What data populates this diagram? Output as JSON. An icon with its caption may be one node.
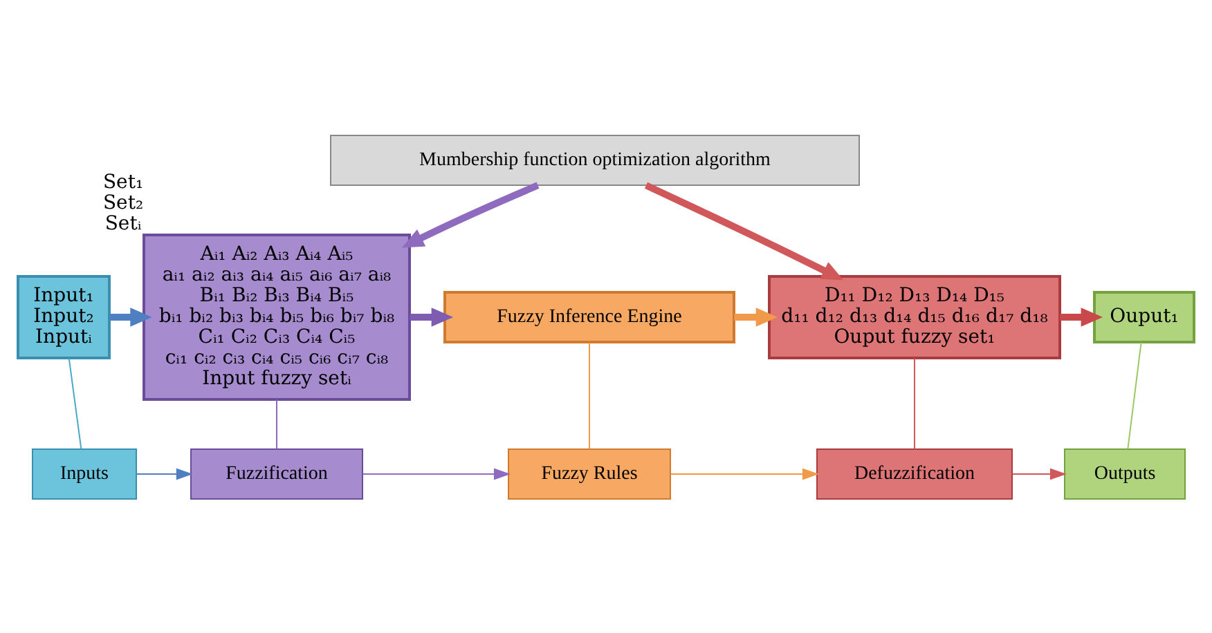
{
  "diagram": {
    "nodes": [
      {
        "text": [
          "Mumbership function optimization algorithm"
        ]
      },
      {
        "text": [
          "Input₁",
          "Input₂",
          "Inputᵢ"
        ]
      },
      {
        "text": [
          "Aᵢ₁ Aᵢ₂ Aᵢ₃ Aᵢ₄ Aᵢ₅",
          "aᵢ₁ aᵢ₂ aᵢ₃ aᵢ₄ aᵢ₅ aᵢ₆ aᵢ₇ aᵢ₈",
          "Bᵢ₁ Bᵢ₂ Bᵢ₃ Bᵢ₄ Bᵢ₅",
          "bᵢ₁ bᵢ₂ bᵢ₃ bᵢ₄ bᵢ₅ bᵢ₆ bᵢ₇ bᵢ₈",
          "Cᵢ₁ Cᵢ₂ Cᵢ₃ Cᵢ₄ Cᵢ₅",
          "cᵢ₁ cᵢ₂ cᵢ₃ cᵢ₄ cᵢ₅ cᵢ₆ cᵢ₇ cᵢ₈",
          "Input fuzzy setᵢ"
        ],
        "beside": [
          "Set₁",
          "Set₂",
          "Setᵢ"
        ]
      },
      {
        "text": [
          "Fuzzy Inference Engine"
        ]
      },
      {
        "text": [
          "D₁₁ D₁₂ D₁₃ D₁₄ D₁₅",
          "d₁₁ d₁₂ d₁₃ d₁₄ d₁₅ d₁₆ d₁₇ d₁₈",
          "Ouput fuzzy set₁"
        ]
      },
      {
        "text": [
          "Ouput₁"
        ]
      },
      {
        "text": [
          "Inputs"
        ]
      },
      {
        "text": [
          "Fuzzification"
        ]
      },
      {
        "text": [
          "Fuzzy Rules"
        ]
      },
      {
        "text": [
          "Defuzzification"
        ]
      },
      {
        "text": [
          "Outputs"
        ]
      }
    ],
    "edges": [
      {
        "from": 0,
        "to": 2,
        "arrow": "to",
        "style": "thick",
        "color": "#8e6bbf"
      },
      {
        "from": 0,
        "to": 4,
        "arrow": "to",
        "style": "thick",
        "color": "#d0585a"
      },
      {
        "from": 1,
        "to": 2,
        "arrow": "to",
        "style": "thick",
        "color": "#4f7fc0"
      },
      {
        "from": 2,
        "to": 3,
        "arrow": "to",
        "style": "thick",
        "color": "#7e5cb0"
      },
      {
        "from": 3,
        "to": 4,
        "arrow": "to",
        "style": "thick",
        "color": "#f09a4a"
      },
      {
        "from": 4,
        "to": 5,
        "arrow": "to",
        "style": "thick",
        "color": "#c9494b"
      },
      {
        "from": 1,
        "to": 6,
        "arrow": "none",
        "color": "#4aa8c8"
      },
      {
        "from": 2,
        "to": 7,
        "arrow": "none",
        "color": "#8e6bbf"
      },
      {
        "from": 3,
        "to": 8,
        "arrow": "none",
        "color": "#f09a4a"
      },
      {
        "from": 4,
        "to": 9,
        "arrow": "none",
        "color": "#d0585a"
      },
      {
        "from": 5,
        "to": 10,
        "arrow": "none",
        "color": "#9cc865"
      },
      {
        "from": 6,
        "to": 7,
        "arrow": "to",
        "color": "#4f7fc0"
      },
      {
        "from": 7,
        "to": 8,
        "arrow": "to",
        "color": "#8e6bbf"
      },
      {
        "from": 8,
        "to": 9,
        "arrow": "to",
        "color": "#f09a4a"
      },
      {
        "from": 9,
        "to": 10,
        "arrow": "to",
        "color": "#d0585a"
      }
    ]
  }
}
